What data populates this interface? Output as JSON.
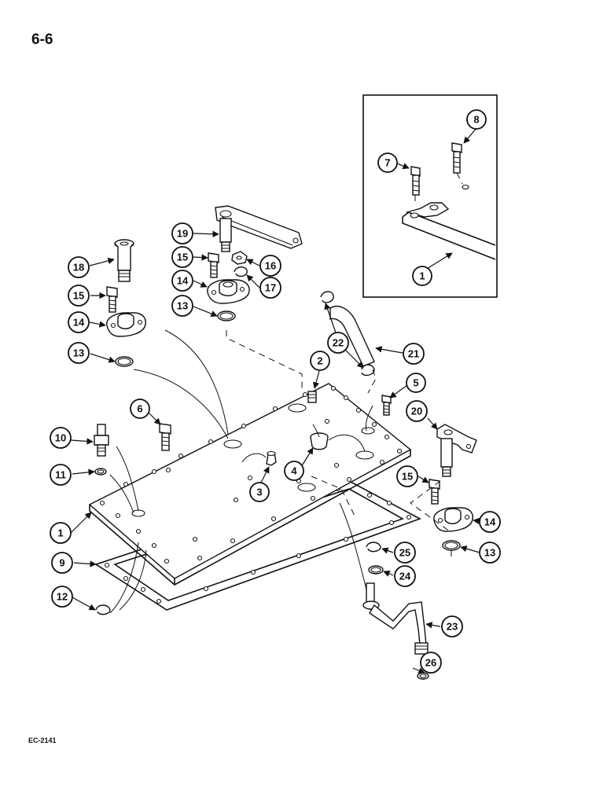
{
  "page": {
    "number": "6-6",
    "figure_code": "EC-2141"
  },
  "callouts": [
    {
      "id": "c1",
      "label": "1"
    },
    {
      "id": "c1b",
      "label": "1"
    },
    {
      "id": "c2",
      "label": "2"
    },
    {
      "id": "c3",
      "label": "3"
    },
    {
      "id": "c4",
      "label": "4"
    },
    {
      "id": "c5",
      "label": "5"
    },
    {
      "id": "c6",
      "label": "6"
    },
    {
      "id": "c7",
      "label": "7"
    },
    {
      "id": "c8",
      "label": "8"
    },
    {
      "id": "c9",
      "label": "9"
    },
    {
      "id": "c10",
      "label": "10"
    },
    {
      "id": "c11",
      "label": "11"
    },
    {
      "id": "c12",
      "label": "12"
    },
    {
      "id": "c13a",
      "label": "13"
    },
    {
      "id": "c13b",
      "label": "13"
    },
    {
      "id": "c13c",
      "label": "13"
    },
    {
      "id": "c14a",
      "label": "14"
    },
    {
      "id": "c14b",
      "label": "14"
    },
    {
      "id": "c14c",
      "label": "14"
    },
    {
      "id": "c15a",
      "label": "15"
    },
    {
      "id": "c15b",
      "label": "15"
    },
    {
      "id": "c15c",
      "label": "15"
    },
    {
      "id": "c16",
      "label": "16"
    },
    {
      "id": "c17",
      "label": "17"
    },
    {
      "id": "c18",
      "label": "18"
    },
    {
      "id": "c19",
      "label": "19"
    },
    {
      "id": "c20",
      "label": "20"
    },
    {
      "id": "c21",
      "label": "21"
    },
    {
      "id": "c22",
      "label": "22"
    },
    {
      "id": "c23",
      "label": "23"
    },
    {
      "id": "c24",
      "label": "24"
    },
    {
      "id": "c25",
      "label": "25"
    },
    {
      "id": "c26",
      "label": "26"
    }
  ]
}
